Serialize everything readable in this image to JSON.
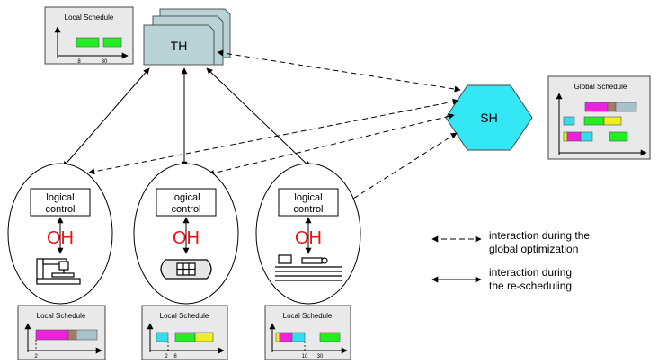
{
  "th_label": "TH",
  "sh_label": "SH",
  "oh_label": "OH",
  "logical_control_line1": "logical",
  "logical_control_line2": "control",
  "top_local_schedule": {
    "title": "Local Schedule",
    "ticks": [
      "8",
      "30"
    ]
  },
  "global_schedule": {
    "title": "Global Schedule"
  },
  "bottom_schedules": [
    {
      "title": "Local Schedule",
      "ticks": [
        "2"
      ]
    },
    {
      "title": "Local Schedule",
      "ticks": [
        "2",
        "8"
      ]
    },
    {
      "title": "Local Schedule",
      "ticks": [
        "10",
        "30"
      ]
    }
  ],
  "legend": {
    "dashed_line1": "interaction during the",
    "dashed_line2": "global optimization",
    "solid_line1": "interaction during",
    "solid_line2": "the re-scheduling"
  },
  "colors": {
    "green": "#22ee22",
    "magenta": "#ee22dd",
    "cyan": "#33ddee",
    "yellow": "#eeee22",
    "slate": "#a9c1c8",
    "brown": "#a87a66",
    "th_fill": "#b8d2d6",
    "sh_fill": "#33e8f4",
    "oh_red": "#ee1111"
  }
}
